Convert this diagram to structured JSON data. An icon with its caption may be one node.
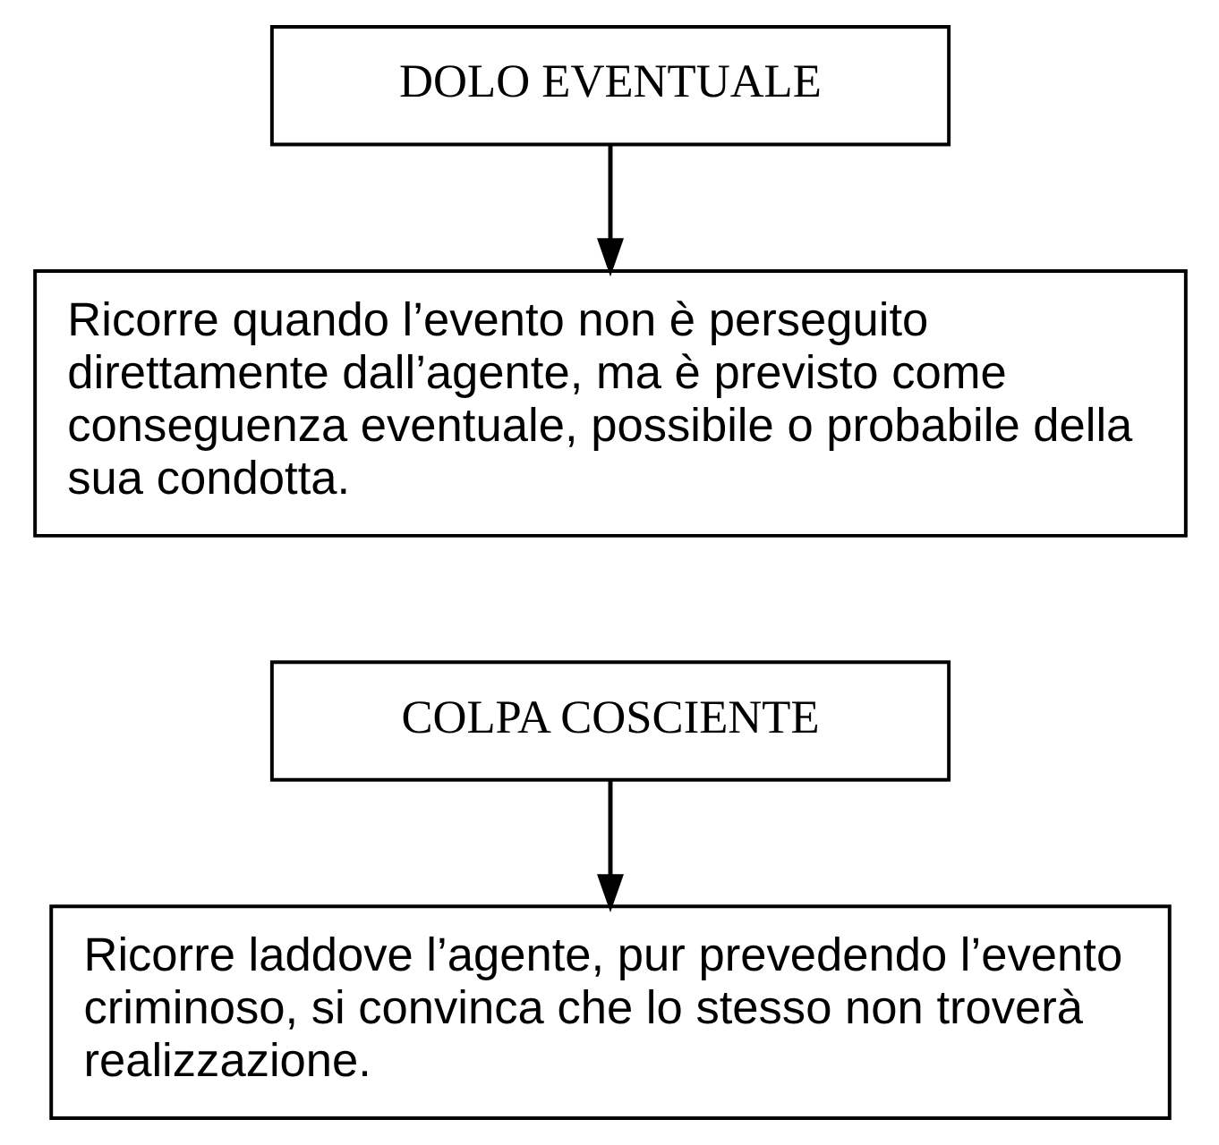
{
  "diagram": {
    "nodes": [
      {
        "text": [
          "DOLO EVENTUALE"
        ]
      },
      {
        "text": [
          "Ricorre quando l’evento non è perseguito direttamente dall’agente, ma è previsto come conseguenza eventuale, possibile o probabile della sua condotta."
        ]
      },
      {
        "text": [
          "COLPA COSCIENTE"
        ]
      },
      {
        "text": [
          "Ricorre laddove l’agente, pur prevedendo l’evento criminoso, si convinca che lo stesso non troverà realizzazione."
        ]
      }
    ],
    "edges": [
      {
        "from": 0,
        "to": 1,
        "arrow": "to"
      },
      {
        "from": 2,
        "to": 3,
        "arrow": "to"
      }
    ]
  }
}
